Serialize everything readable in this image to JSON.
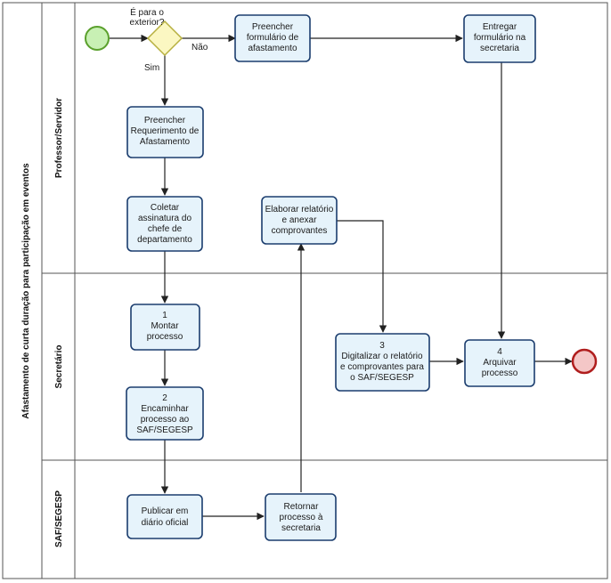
{
  "pool": {
    "title": "Afastamento de curta duração para participação em eventos"
  },
  "lanes": [
    {
      "id": "professor",
      "title": "Professor/Servidor"
    },
    {
      "id": "secretario",
      "title": "Secretário"
    },
    {
      "id": "safsegesp",
      "title": "SAF/SEGESP"
    }
  ],
  "gateway": {
    "question": [
      "É para o",
      "exterior?"
    ],
    "yes": "Sim",
    "no": "Não"
  },
  "tasks": {
    "preencher_form": [
      "Preencher",
      "formulário de",
      "afastamento"
    ],
    "entregar_form": [
      "Entregar",
      "formulário na",
      "secretaria"
    ],
    "preencher_req": [
      "Preencher",
      "Requerimento de",
      "Afastamento"
    ],
    "coletar": [
      "Coletar",
      "assinatura do",
      "chefe de",
      "departamento"
    ],
    "elaborar": [
      "Elaborar relatório",
      "e anexar",
      "comprovantes"
    ],
    "montar": [
      "1",
      "Montar",
      "processo"
    ],
    "encaminhar": [
      "2",
      "Encaminhar",
      "processo ao",
      "SAF/SEGESP"
    ],
    "digitalizar": [
      "3",
      "Digitalizar o relatório",
      "e comprovantes para",
      "o SAF/SEGESP"
    ],
    "arquivar": [
      "4",
      "Arquivar",
      "processo"
    ],
    "publicar": [
      "Publicar em",
      "diário oficial"
    ],
    "retornar": [
      "Retornar",
      "processo à",
      "secretaria"
    ]
  },
  "colors": {
    "start_fill": "#c8f0b4",
    "start_stroke": "#5aa02c",
    "end_fill": "#f4c7c7",
    "end_stroke": "#b01e1e",
    "gateway_fill": "#fbf7c2",
    "gateway_stroke": "#b7b040",
    "task_fill": "#e6f3fb",
    "task_stroke": "#1b3d6e"
  }
}
